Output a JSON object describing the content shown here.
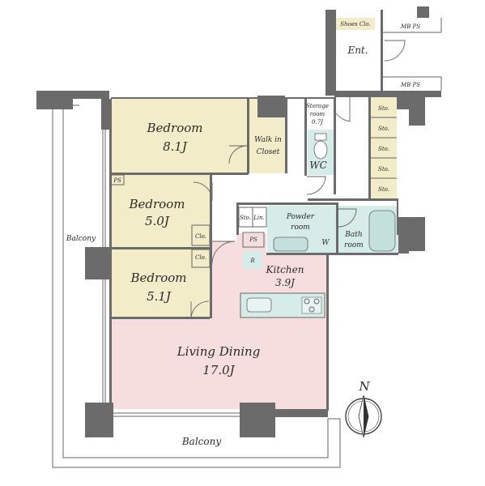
{
  "rooms": {
    "bedroom1": {
      "name": "Bedroom",
      "size": "8.1J"
    },
    "bedroom2": {
      "name": "Bedroom",
      "size": "5.0J"
    },
    "bedroom3": {
      "name": "Bedroom",
      "size": "5.1J"
    },
    "living": {
      "name": "Living Dining",
      "size": "17.0J"
    },
    "kitchen": {
      "name": "Kitchen",
      "size": "3.9J"
    },
    "walkin": {
      "line1": "Walk in",
      "line2": "Closet"
    },
    "storage": {
      "line1": "Storage",
      "line2": "room",
      "line3": "0.7J"
    },
    "wc": "WC",
    "powder": {
      "line1": "Powder",
      "line2": "room"
    },
    "bath": {
      "line1": "Bath",
      "line2": "room"
    },
    "entrance": "Ent.",
    "shoes": "Shoes Clo.",
    "balcony_west": "Balcony",
    "balcony_south": "Balcony"
  },
  "small_labels": {
    "sto": "Sto.",
    "clo": "Clo.",
    "lin": "Lin.",
    "ps": "PS",
    "mbps": "MB PS",
    "w": "W",
    "r": "R"
  },
  "compass": {
    "north": "N"
  },
  "colors": {
    "bedroom": "#f2ecc8",
    "living": "#f7dede",
    "wet": "#d6ece9",
    "wall": "#6b6b6b"
  }
}
